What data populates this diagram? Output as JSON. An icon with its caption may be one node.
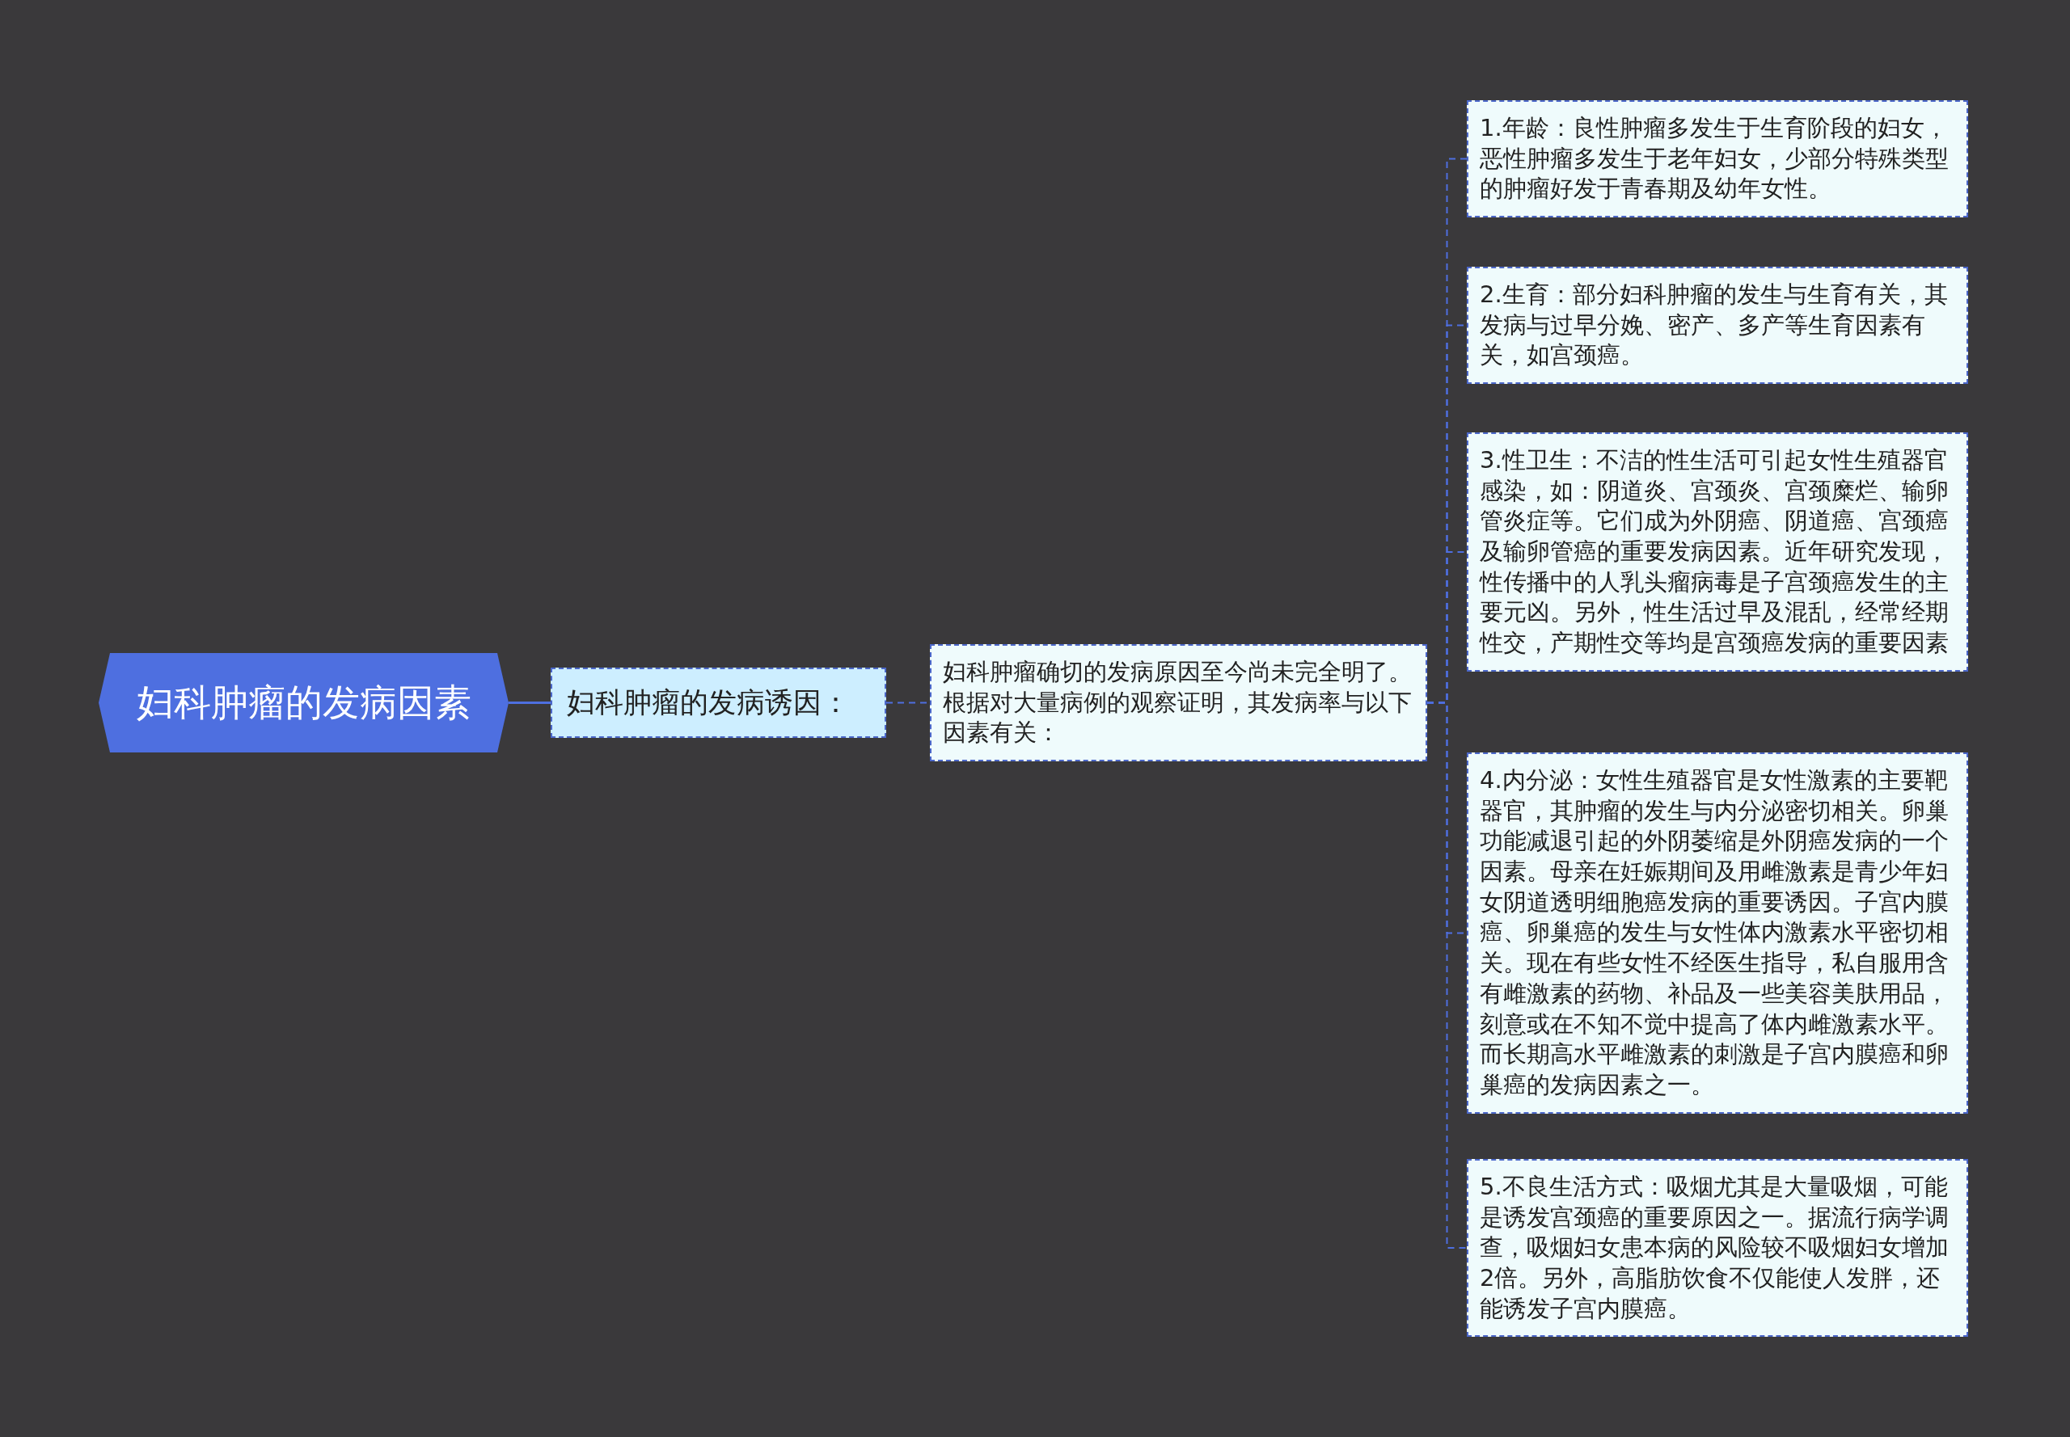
{
  "diagram": {
    "nodes": [
      {
        "text": [
          "妇科肿瘤的发病因素"
        ]
      },
      {
        "text": [
          "妇科肿瘤的发病诱因："
        ]
      },
      {
        "text": [
          "妇科肿瘤确切的发病原因至今尚未完全明了。根据对大量病例的观察证明，其发病率与以下因素有关："
        ]
      },
      {
        "text": [
          "1.年龄：良性肿瘤多发生于生育阶段的妇女，恶性肿瘤多发生于老年妇女，少部分特殊类型的肿瘤好发于青春期及幼年女性。"
        ]
      },
      {
        "text": [
          "2.生育：部分妇科肿瘤的发生与生育有关，其发病与过早分娩、密产、多产等生育因素有关，如宫颈癌。"
        ]
      },
      {
        "text": [
          "3.性卫生：不洁的性生活可引起女性生殖器官感染，如：阴道炎、宫颈炎、宫颈糜烂、输卵管炎症等。它们成为外阴癌、阴道癌、宫颈癌及输卵管癌的重要发病因素。近年研究发现，性传播中的人乳头瘤病毒是子宫颈癌发生的主要元凶。另外，性生活过早及混乱，经常经期性交，产期性交等均是宫颈癌发病的重要因素"
        ]
      },
      {
        "text": [
          "4.内分泌：女性生殖器官是女性激素的主要靶器官，其肿瘤的发生与内分泌密切相关。卵巢功能减退引起的外阴萎缩是外阴癌发病的一个因素。母亲在妊娠期间及用雌激素是青少年妇女阴道透明细胞癌发病的重要诱因。子宫内膜癌、卵巢癌的发生与女性体内激素水平密切相关。现在有些女性不经医生指导，私自服用含有雌激素的药物、补品及一些美容美肤用品，刻意或在不知不觉中提高了体内雌激素水平。而长期高水平雌激素的刺激是子宫内膜癌和卵巢癌的发病因素之一。"
        ]
      },
      {
        "text": [
          "5.不良生活方式：吸烟尤其是大量吸烟，可能是诱发宫颈癌的重要原因之一。据流行病学调查，吸烟妇女患本病的风险较不吸烟妇女增加2倍。另外，高脂肪饮食不仅能使人发胖，还能诱发子宫内膜癌。"
        ]
      }
    ],
    "edges": [
      {
        "from": 0,
        "to": 1,
        "arrow": "none"
      },
      {
        "from": 1,
        "to": 2,
        "arrow": "none",
        "style": "dashed"
      },
      {
        "from": 2,
        "to": 3,
        "arrow": "none",
        "style": "dashed"
      },
      {
        "from": 2,
        "to": 4,
        "arrow": "none",
        "style": "dashed"
      },
      {
        "from": 2,
        "to": 5,
        "arrow": "none",
        "style": "dashed"
      },
      {
        "from": 2,
        "to": 6,
        "arrow": "none",
        "style": "dashed"
      },
      {
        "from": 2,
        "to": 7,
        "arrow": "none",
        "style": "dashed"
      }
    ]
  }
}
